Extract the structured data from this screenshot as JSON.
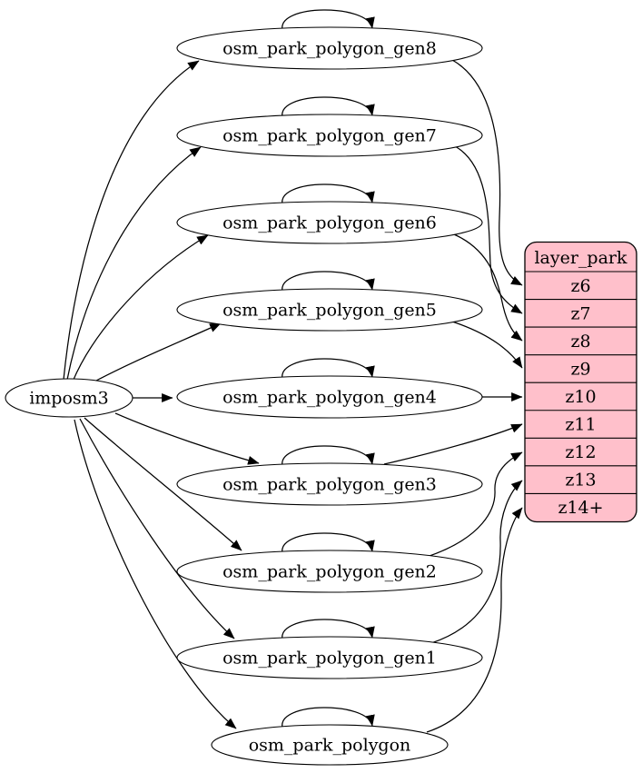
{
  "colors": {
    "background": "#ffffff",
    "node_fill": "#ffffff",
    "node_stroke": "#000000",
    "edge_stroke": "#000000",
    "record_fill": "#ffc0cb",
    "text": "#000000"
  },
  "source": {
    "id": "imposm3",
    "label": "imposm3"
  },
  "tables": [
    {
      "id": "osm_park_polygon_gen8",
      "label": "osm_park_polygon_gen8"
    },
    {
      "id": "osm_park_polygon_gen7",
      "label": "osm_park_polygon_gen7"
    },
    {
      "id": "osm_park_polygon_gen6",
      "label": "osm_park_polygon_gen6"
    },
    {
      "id": "osm_park_polygon_gen5",
      "label": "osm_park_polygon_gen5"
    },
    {
      "id": "osm_park_polygon_gen4",
      "label": "osm_park_polygon_gen4"
    },
    {
      "id": "osm_park_polygon_gen3",
      "label": "osm_park_polygon_gen3"
    },
    {
      "id": "osm_park_polygon_gen2",
      "label": "osm_park_polygon_gen2"
    },
    {
      "id": "osm_park_polygon_gen1",
      "label": "osm_park_polygon_gen1"
    },
    {
      "id": "osm_park_polygon",
      "label": "osm_park_polygon"
    }
  ],
  "layer": {
    "id": "layer_park",
    "title": "layer_park",
    "rows": [
      "z6",
      "z7",
      "z8",
      "z9",
      "z10",
      "z11",
      "z12",
      "z13",
      "z14+"
    ]
  },
  "edges": [
    {
      "from": "imposm3",
      "to": "osm_park_polygon_gen8"
    },
    {
      "from": "imposm3",
      "to": "osm_park_polygon_gen7"
    },
    {
      "from": "imposm3",
      "to": "osm_park_polygon_gen6"
    },
    {
      "from": "imposm3",
      "to": "osm_park_polygon_gen5"
    },
    {
      "from": "imposm3",
      "to": "osm_park_polygon_gen4"
    },
    {
      "from": "imposm3",
      "to": "osm_park_polygon_gen3"
    },
    {
      "from": "imposm3",
      "to": "osm_park_polygon_gen2"
    },
    {
      "from": "imposm3",
      "to": "osm_park_polygon_gen1"
    },
    {
      "from": "imposm3",
      "to": "osm_park_polygon"
    },
    {
      "from": "osm_park_polygon_gen8",
      "to": "osm_park_polygon_gen8"
    },
    {
      "from": "osm_park_polygon_gen7",
      "to": "osm_park_polygon_gen7"
    },
    {
      "from": "osm_park_polygon_gen6",
      "to": "osm_park_polygon_gen6"
    },
    {
      "from": "osm_park_polygon_gen5",
      "to": "osm_park_polygon_gen5"
    },
    {
      "from": "osm_park_polygon_gen4",
      "to": "osm_park_polygon_gen4"
    },
    {
      "from": "osm_park_polygon_gen3",
      "to": "osm_park_polygon_gen3"
    },
    {
      "from": "osm_park_polygon_gen2",
      "to": "osm_park_polygon_gen2"
    },
    {
      "from": "osm_park_polygon_gen1",
      "to": "osm_park_polygon_gen1"
    },
    {
      "from": "osm_park_polygon",
      "to": "osm_park_polygon"
    },
    {
      "from": "osm_park_polygon_gen8",
      "to": "z6"
    },
    {
      "from": "osm_park_polygon_gen7",
      "to": "z7"
    },
    {
      "from": "osm_park_polygon_gen6",
      "to": "z8"
    },
    {
      "from": "osm_park_polygon_gen5",
      "to": "z9"
    },
    {
      "from": "osm_park_polygon_gen4",
      "to": "z10"
    },
    {
      "from": "osm_park_polygon_gen3",
      "to": "z11"
    },
    {
      "from": "osm_park_polygon_gen2",
      "to": "z12"
    },
    {
      "from": "osm_park_polygon_gen1",
      "to": "z13"
    },
    {
      "from": "osm_park_polygon",
      "to": "z14+"
    }
  ]
}
